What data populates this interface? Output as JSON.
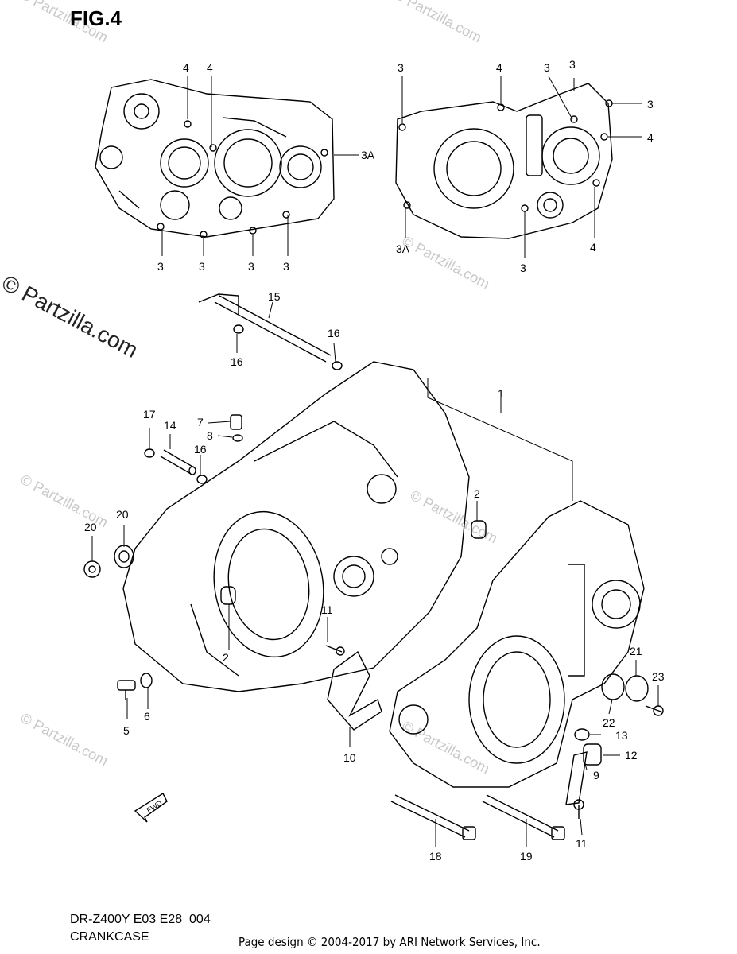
{
  "figure": {
    "title": "FIG.4"
  },
  "footer": {
    "model_code": "DR-Z400Y E03 E28_004",
    "section_name": "CRANKCASE",
    "copyright": "Page design © 2004-2017 by ARI Network Services, Inc."
  },
  "watermark": {
    "text": "© Partzilla.com"
  },
  "fwd_label": "FWD",
  "callouts": {
    "c1": "1",
    "c2a": "2",
    "c2b": "2",
    "c3a": "3",
    "c3b": "3",
    "c3c": "3",
    "c3d": "3",
    "c3e": "3",
    "c3f": "3",
    "c3g": "3",
    "c3h": "3",
    "c3i": "3",
    "c3A_a": "3A",
    "c3A_b": "3A",
    "c4a": "4",
    "c4b": "4",
    "c4c": "4",
    "c4d": "4",
    "c4e": "4",
    "c5": "5",
    "c6": "6",
    "c7": "7",
    "c8": "8",
    "c9": "9",
    "c10": "10",
    "c11a": "11",
    "c11b": "11",
    "c12": "12",
    "c13": "13",
    "c14": "14",
    "c15": "15",
    "c16a": "16",
    "c16b": "16",
    "c16c": "16",
    "c17": "17",
    "c18": "18",
    "c19": "19",
    "c20a": "20",
    "c20b": "20",
    "c21": "21",
    "c22": "22",
    "c23": "23"
  }
}
